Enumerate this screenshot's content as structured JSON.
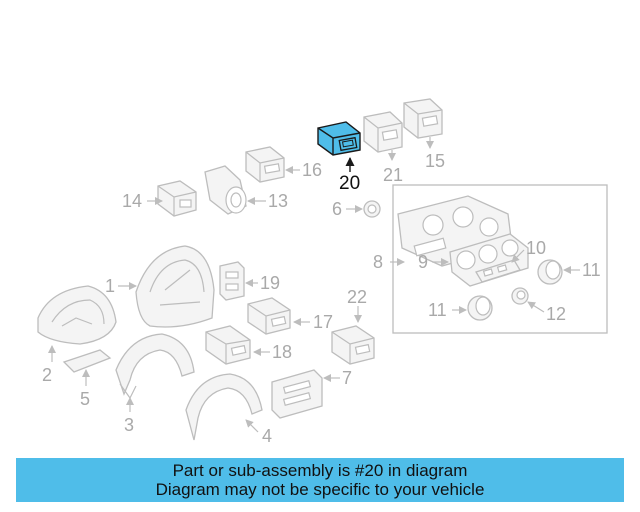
{
  "labels": {
    "l1": "1",
    "l2": "2",
    "l3": "3",
    "l4": "4",
    "l5": "5",
    "l6": "6",
    "l7": "7",
    "l8": "8",
    "l9": "9",
    "l10": "10",
    "l11a": "11",
    "l11b": "11",
    "l12": "12",
    "l13": "13",
    "l14": "14",
    "l15": "15",
    "l16": "16",
    "l17": "17",
    "l18": "18",
    "l19": "19",
    "l20": "20",
    "l21": "21",
    "l22": "22"
  },
  "highlighted_part": "20",
  "banner": {
    "line1": "Part or sub-assembly is #20 in diagram",
    "line2": "Diagram may not be specific to your vehicle"
  },
  "colors": {
    "highlight": "#4fbde9",
    "banner_bg": "#4fbde9",
    "part_line": "#bdbdbd",
    "label": "#a9a9a9"
  }
}
